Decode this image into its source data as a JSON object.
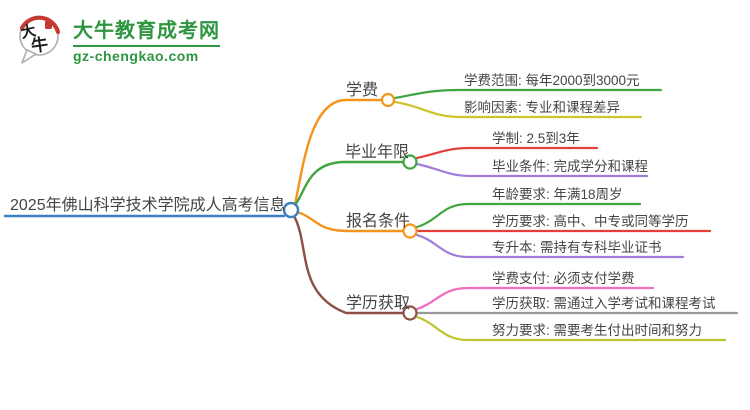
{
  "logo": {
    "icon_chars": "大牛",
    "site_name": "大牛教育成考网",
    "site_domain": "gz-chengkao.com",
    "brand_green": "#2E9640",
    "seal_red": "#C53B32"
  },
  "palette": {
    "text": "#454545",
    "central_blue": "#3E7FC1",
    "orange": "#F5941D",
    "green": "#41A541",
    "yellow": "#CFC42C",
    "red": "#E4403A",
    "purple": "#A07CD8",
    "brown": "#8C4F44",
    "pink": "#EF6EC4",
    "gray": "#999999",
    "olive": "#BDC42E"
  },
  "mindmap": {
    "central": {
      "label": "2025年佛山科学技术学院成人高考信息",
      "color": "#3E7FC1"
    },
    "branches": [
      {
        "label": "学费",
        "color": "#F5941D",
        "children": [
          {
            "text": "学费范围: 每年2000到3000元",
            "color": "#41A541"
          },
          {
            "text": "影响因素: 专业和课程差异",
            "color": "#CFC42C"
          }
        ]
      },
      {
        "label": "毕业年限",
        "color": "#41A541",
        "children": [
          {
            "text": "学制: 2.5到3年",
            "color": "#E4403A"
          },
          {
            "text": "毕业条件: 完成学分和课程",
            "color": "#A07CD8"
          }
        ]
      },
      {
        "label": "报名条件",
        "color": "#F5941D",
        "children": [
          {
            "text": "年龄要求: 年满18周岁",
            "color": "#41A541"
          },
          {
            "text": "学历要求: 高中、中专或同等学历",
            "color": "#E4403A"
          },
          {
            "text": "专升本: 需持有专科毕业证书",
            "color": "#A07CD8"
          }
        ]
      },
      {
        "label": "学历获取",
        "color": "#8C4F44",
        "children": [
          {
            "text": "学费支付: 必须支付学费",
            "color": "#EF6EC4"
          },
          {
            "text": "学历获取: 需通过入学考试和课程考试",
            "color": "#999999"
          },
          {
            "text": "努力要求: 需要考生付出时间和努力",
            "color": "#BDC42E"
          }
        ]
      }
    ]
  }
}
